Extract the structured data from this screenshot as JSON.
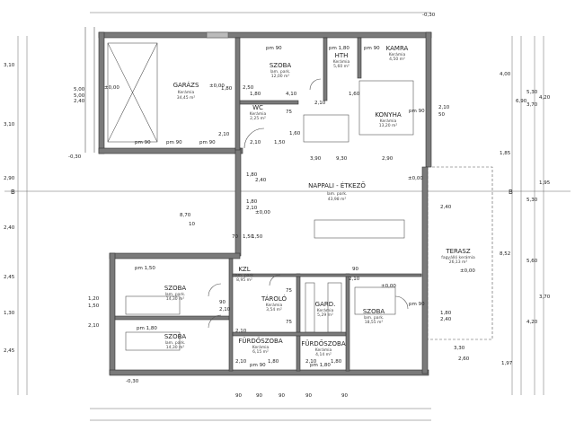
{
  "rooms": [
    {
      "name": "GARÁZS",
      "floor": "Kerámia",
      "area": "34,45 m²"
    },
    {
      "name": "SZOBA",
      "floor": "lam. park.",
      "area": "12,00 m²"
    },
    {
      "name": "HTH",
      "floor": "Kerámia",
      "area": "5,60 m²"
    },
    {
      "name": "KAMRA",
      "floor": "Kerámia",
      "area": "4,50 m²"
    },
    {
      "name": "WC",
      "floor": "Kerámia",
      "area": "2,25 m²"
    },
    {
      "name": "KONYHA",
      "floor": "Kerámia",
      "area": "13,20 m²"
    },
    {
      "name": "NAPPALI - ÉTKEZŐ",
      "floor": "lam. park.",
      "area": "43,98 m²"
    },
    {
      "name": "TERASZ",
      "floor": "fagyálló kerámia",
      "area": "26,13 m²"
    },
    {
      "name": "SZOBA",
      "floor": "lam. park.",
      "area": "14,30 m²"
    },
    {
      "name": "KZL",
      "floor": "lam. park.",
      "area": "8,95 m²"
    },
    {
      "name": "TÁROLÓ",
      "floor": "Kerámia",
      "area": "3,54 m²"
    },
    {
      "name": "GARD.",
      "floor": "Kerámia",
      "area": "5,29 m²"
    },
    {
      "name": "SZOBA",
      "floor": "lam. park.",
      "area": "18,55 m²"
    },
    {
      "name": "SZOBA",
      "floor": "lam. park.",
      "area": "14,30 m²"
    },
    {
      "name": "FÜRDŐSZOBA",
      "floor": "Kerámia",
      "area": "6,15 m²"
    },
    {
      "name": "FÜRDŐSZOBA",
      "floor": "Kerámia",
      "area": "4,14 m²"
    }
  ],
  "levels": [
    "±0,00",
    "±0,00",
    "±0,00",
    "±0,00",
    "±0,00",
    "±0,00",
    "-0,30",
    "-0,30",
    "-0,30"
  ],
  "axis_marks": [
    "B",
    "B"
  ],
  "dims_top": [
    "5,00",
    "2,50",
    "1,80",
    "4,10",
    "1,60",
    "2,10",
    "9,30"
  ],
  "dims_left": [
    "3,10",
    "3,10",
    "5,00",
    "2,40",
    "2,90",
    "2,40",
    "2,45",
    "1,30",
    "2,45",
    "1,20",
    "1,50",
    "2,10"
  ],
  "dims_right": [
    "4,00",
    "5,30",
    "3,70",
    "6,90",
    "4,20",
    "1,85",
    "5,30",
    "1,95",
    "8,52",
    "5,60",
    "3,70",
    "4,20",
    "2,40",
    "1,97",
    "1,80",
    "2,40",
    "3,30",
    "2,60"
  ],
  "dims_bottom": [
    "90",
    "90",
    "90",
    "90",
    "90",
    "2,10",
    "1,80",
    "2,10",
    "1,80"
  ],
  "openings": [
    "pm 90",
    "pm 1,80",
    "pm 90",
    "pm 90",
    "pm 90",
    "pm 90",
    "pm 90",
    "pm 1,50",
    "pm 1,80",
    "pm 90",
    "pm 1,80",
    "pm 90"
  ],
  "inner_dims": [
    "2,10",
    "1,80",
    "2,10",
    "1,50",
    "10",
    "75",
    "1,60",
    "3,90",
    "2,90",
    "1,80",
    "8,70",
    "70",
    "1,50",
    "90",
    "75",
    "2,10",
    "90",
    "75",
    "2,10",
    "2,10",
    "2,10",
    "2,40",
    "2,10",
    "1,80",
    "50",
    "1,50"
  ]
}
